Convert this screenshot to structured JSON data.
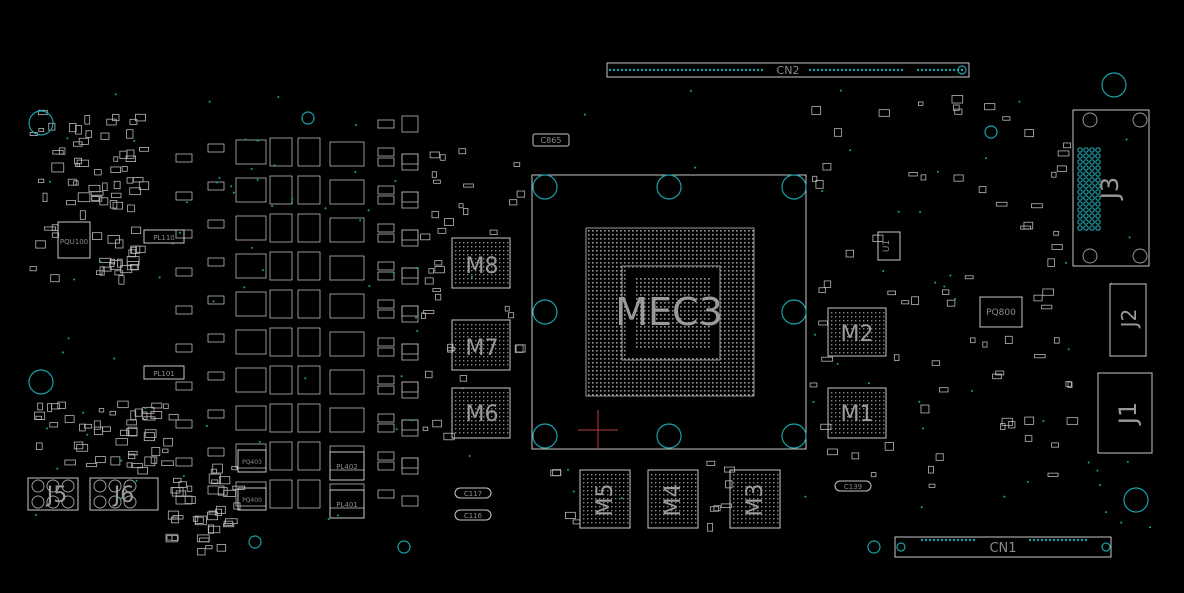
{
  "title": "",
  "colors": {
    "background": "#000000",
    "outline": "#c8c8c8",
    "hole": "#1aa0a8",
    "text": "#9a9a9a",
    "marker": "#b04040"
  },
  "labels": {
    "gpu": "MEC3",
    "cn2": "CN2",
    "cn1": "CN1",
    "j1": "J1",
    "j2": "J2",
    "j3": "J3",
    "j5": "J5",
    "j6": "J6",
    "u1": "U1",
    "m1": "M1",
    "m2": "M2",
    "m3": "M3",
    "m4": "M4",
    "m5": "M5",
    "m6": "M6",
    "m7": "M7",
    "m8": "M8",
    "pqu100": "PQU100",
    "pq800": "PQ800",
    "pl110": "PL110",
    "pl101": "PL101",
    "pl401": "PL401",
    "pl402": "PL402",
    "pq400": "PQ400",
    "pq403": "PQ403",
    "c865": "C865",
    "c117": "C117",
    "c116": "C116",
    "c139": "C139"
  }
}
